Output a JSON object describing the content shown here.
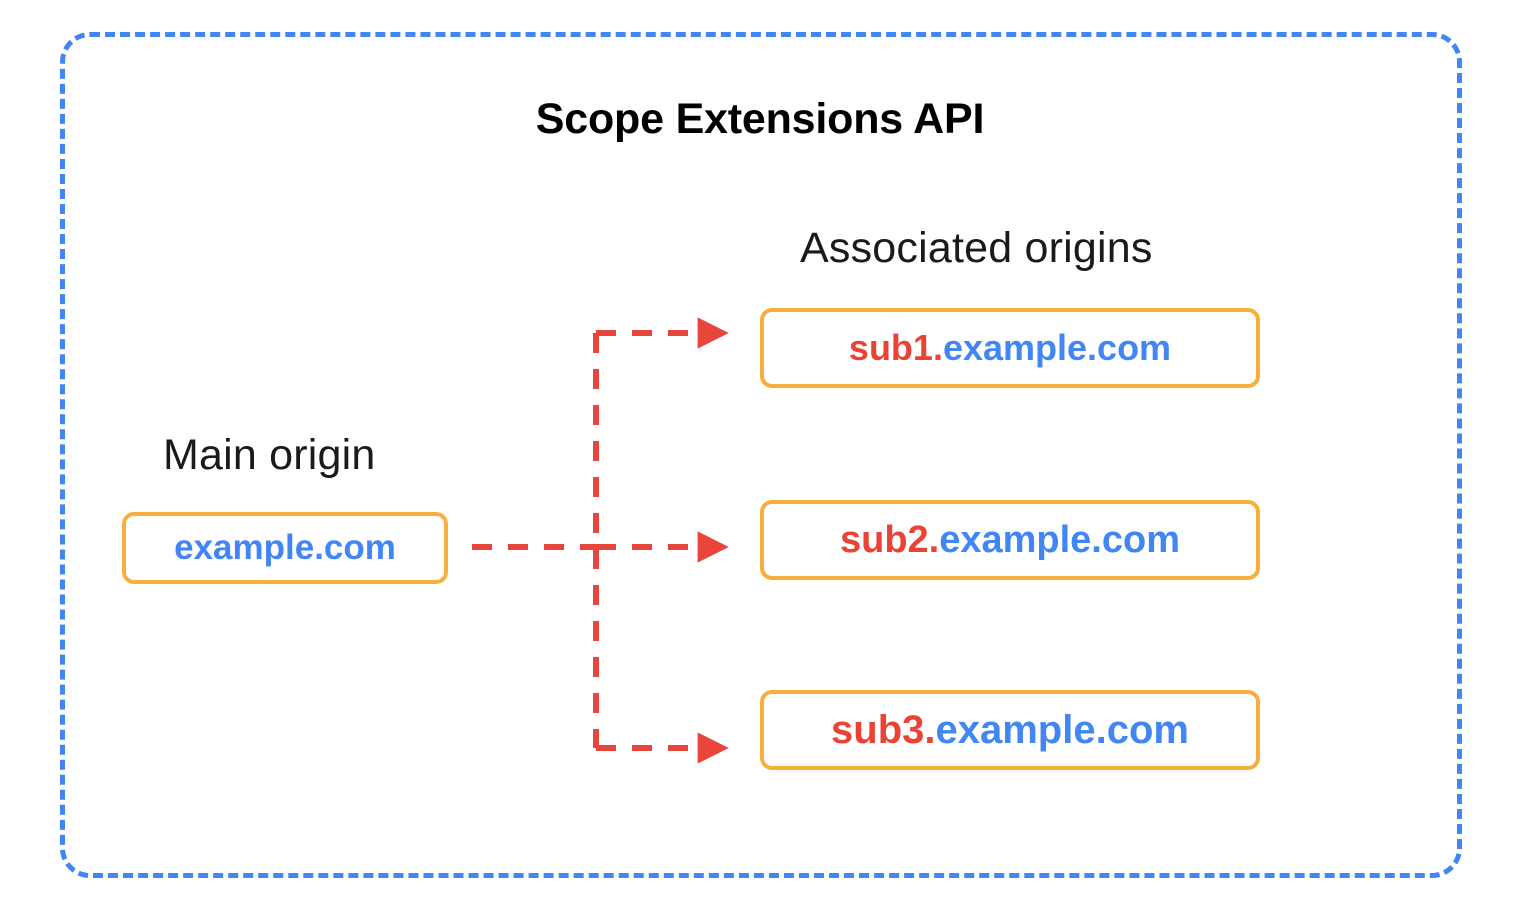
{
  "diagram": {
    "title": "Scope Extensions API",
    "frame": {
      "style": "dashed",
      "color": "#4285F4"
    },
    "colors": {
      "frame_blue": "#4285F4",
      "box_orange": "#FAAD3F",
      "arrow_red": "#E8453C",
      "subdomain_red": "#EA4335",
      "host_blue": "#4285F4",
      "text_black": "#000000",
      "background": "#FFFFFF"
    },
    "main_origin": {
      "label": "Main origin",
      "box": {
        "text": "example.com",
        "host": "example.com",
        "sub": ""
      }
    },
    "associated_origins": {
      "label": "Associated origins",
      "boxes": [
        {
          "text": "sub1.example.com",
          "sub": "sub1.",
          "host": "example.com"
        },
        {
          "text": "sub2.example.com",
          "sub": "sub2.",
          "host": "example.com"
        },
        {
          "text": "sub3.example.com",
          "sub": "sub3.",
          "host": "example.com"
        }
      ]
    },
    "connectors": {
      "style": "dashed",
      "color": "#E8453C",
      "description": "One dashed red arrow leaves the main origin box, splits at a vertical trunk, and branches into three arrowheads pointing at each associated origin box.",
      "count": 3
    }
  }
}
